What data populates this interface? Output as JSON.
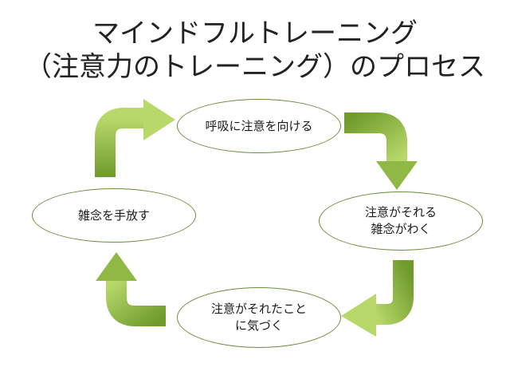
{
  "title": {
    "line1": "マインドフルトレーニング",
    "line2": "（注意力のトレーニング）のプロセス"
  },
  "cycle": {
    "steps": [
      {
        "lines": [
          "呼吸に注意を向ける"
        ]
      },
      {
        "lines": [
          "注意がそれる",
          "雑念がわく"
        ]
      },
      {
        "lines": [
          "注意がそれたこと",
          "に気づく"
        ]
      },
      {
        "lines": [
          "雑念を手放す"
        ]
      }
    ],
    "colors": {
      "arrow_dark": "#6f9a2c",
      "arrow_light": "#b8d86a",
      "ellipse_border": "#6e8b3d"
    }
  }
}
